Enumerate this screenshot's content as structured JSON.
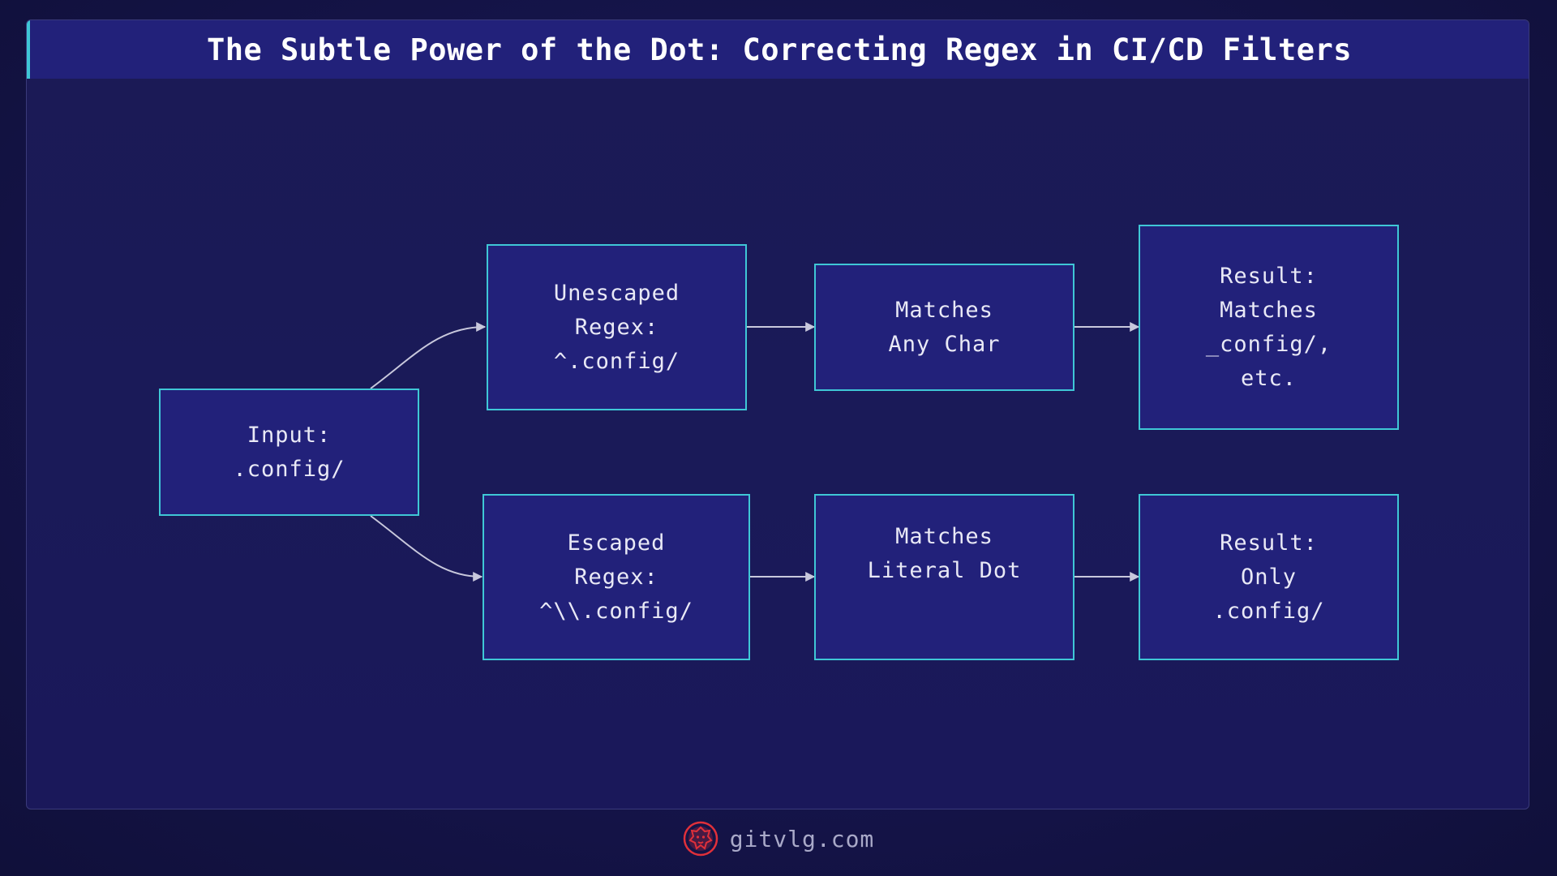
{
  "title": "The Subtle Power of the Dot: Correcting Regex in CI/CD Filters",
  "colors": {
    "background": "#15144a",
    "node_fill": "#22217a",
    "node_border": "#3fc7d6",
    "title_bar": "#22217a",
    "text": "#e9e9f6",
    "footer_text": "#a9a9c8",
    "logo": "#e0303a"
  },
  "nodes": {
    "input": "Input:\n.config/",
    "unescaped_regex": "Unescaped\nRegex:\n^.config/",
    "matches_any": "Matches\nAny Char",
    "result_any": "Result:\nMatches\n_config/,\netc.",
    "escaped_regex": "Escaped\nRegex:\n^\\\\.config/",
    "matches_literal": "Matches\nLiteral Dot",
    "result_only": "Result:\nOnly\n.config/"
  },
  "footer": {
    "logo_icon": "lion-head-icon",
    "site": "gitvlg.com"
  }
}
